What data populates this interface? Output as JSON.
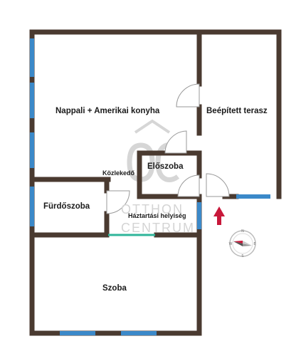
{
  "floorplan": {
    "rooms": [
      {
        "key": "nappali",
        "label": "Nappali + Amerikai konyha"
      },
      {
        "key": "terasz",
        "label": "Beépített terasz"
      },
      {
        "key": "kozlekedo",
        "label": "Közlekedő"
      },
      {
        "key": "eloszoba",
        "label": "Előszoba"
      },
      {
        "key": "furdoszoba",
        "label": "Fürdőszoba"
      },
      {
        "key": "haztartasi",
        "label": "Háztartási helyiség"
      },
      {
        "key": "szoba",
        "label": "Szoba"
      }
    ],
    "watermark": {
      "logo_letters": "OC",
      "line1": "OTTHON",
      "line2": "CENTRUM"
    },
    "entrance_arrow": "up-arrow-icon",
    "compass": "compass-icon",
    "colors": {
      "wall": "#4a3a30",
      "window": "#3b89c9",
      "door_swing": "#999999",
      "entrance_arrow": "#c8183a",
      "watermark": "#d4d4d4",
      "opening": "#2fb59a"
    }
  }
}
